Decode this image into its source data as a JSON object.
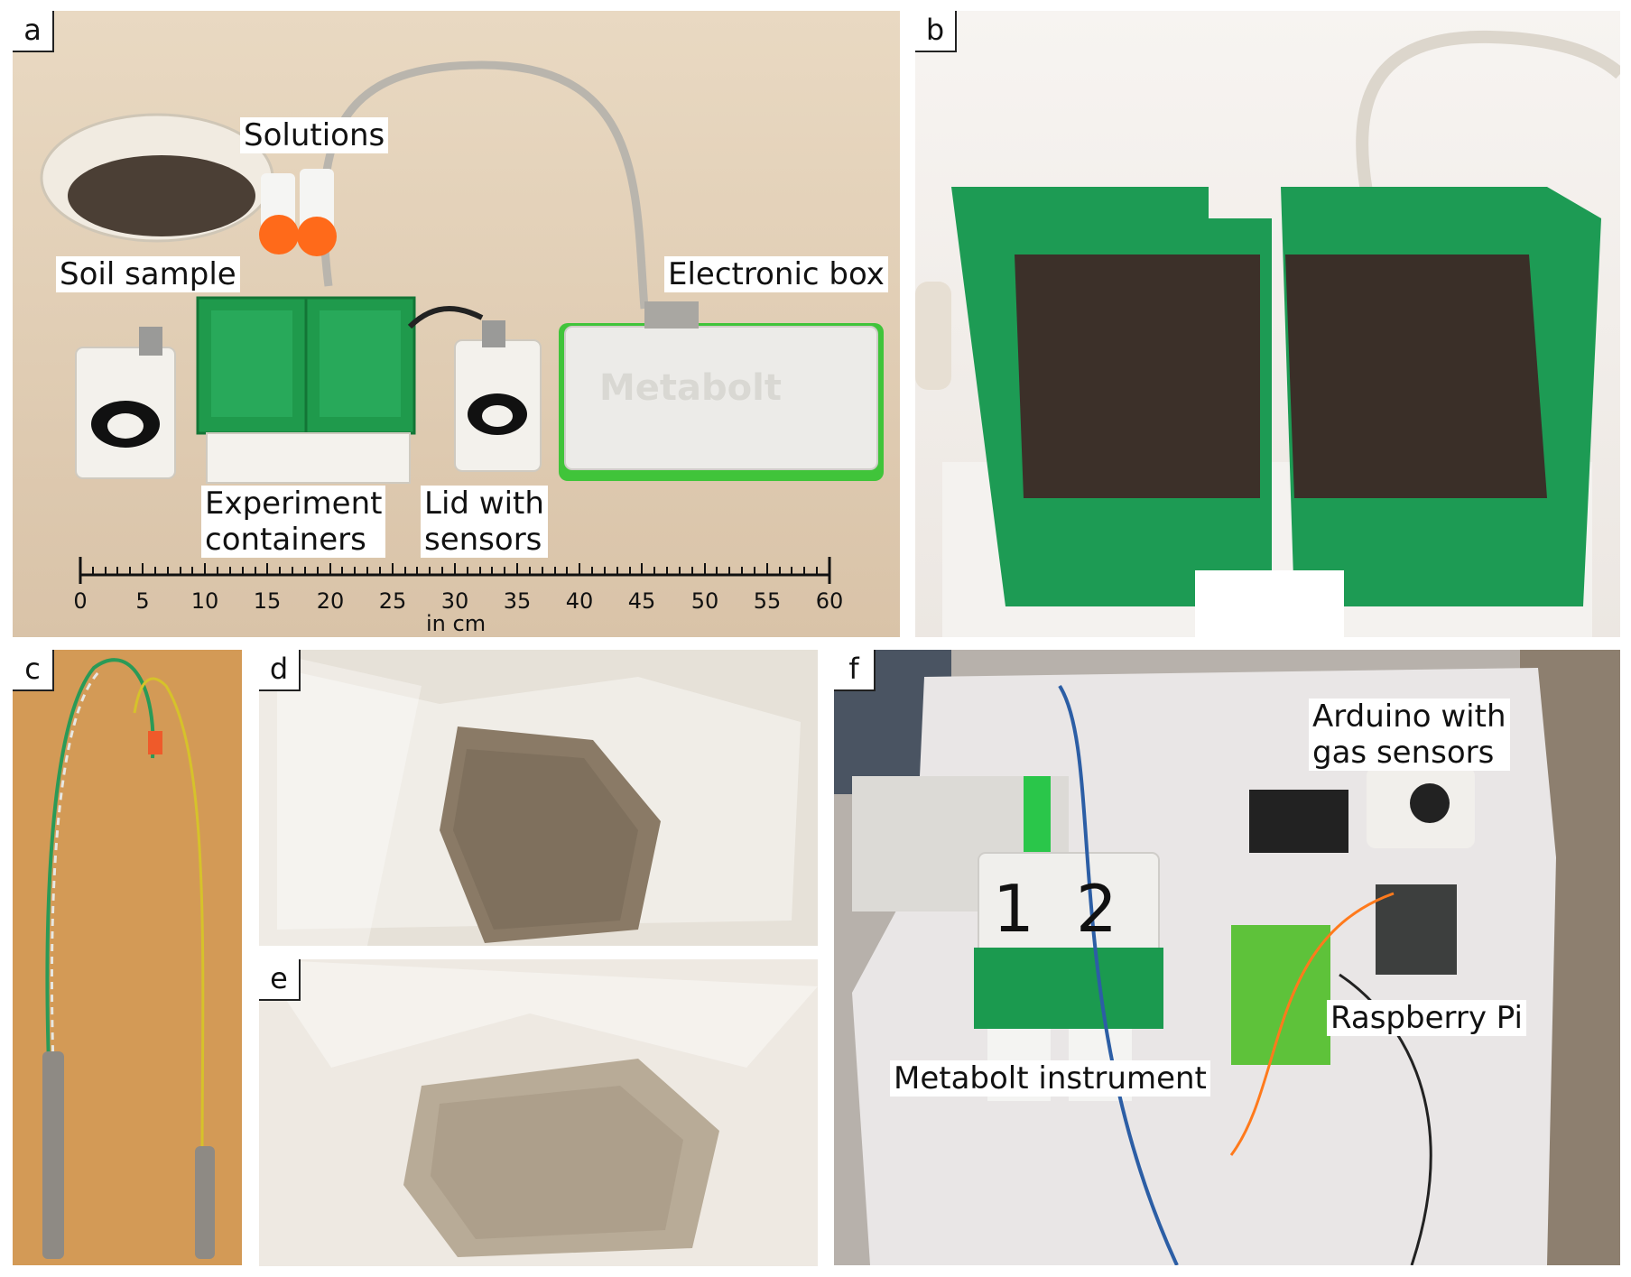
{
  "panels": {
    "a": {
      "letter": "a",
      "labels": {
        "solutions": "Solutions",
        "soil_sample": "Soil sample",
        "electronic_box": "Electronic box",
        "experiment_containers": "Experiment\ncontainers",
        "lid_with_sensors": "Lid with\nsensors"
      },
      "box_engraving": "Metabolt",
      "ruler": {
        "ticks": [
          "0",
          "5",
          "10",
          "15",
          "20",
          "25",
          "30",
          "35",
          "40",
          "45",
          "50",
          "55",
          "60"
        ],
        "unit": "in cm"
      }
    },
    "b": {
      "letter": "b"
    },
    "c": {
      "letter": "c"
    },
    "d": {
      "letter": "d"
    },
    "e": {
      "letter": "e"
    },
    "f": {
      "letter": "f",
      "labels": {
        "arduino": "Arduino with\ngas sensors",
        "raspberry_pi": "Raspberry Pi",
        "metabolt_instrument": "Metabolt instrument"
      },
      "numbers": [
        "1",
        "2"
      ]
    }
  }
}
